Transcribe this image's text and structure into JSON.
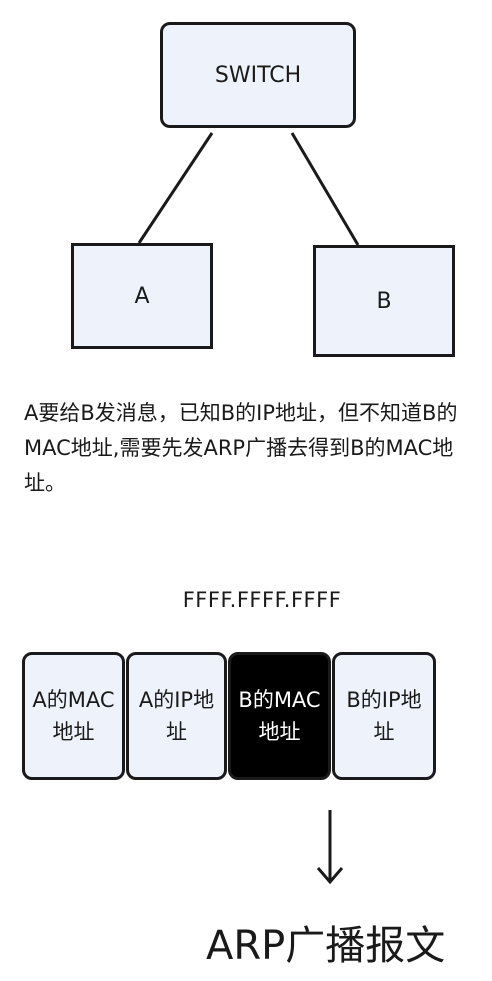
{
  "diagram": {
    "switch_label": "SWITCH",
    "host_a_label": "A",
    "host_b_label": "B"
  },
  "description": "A要给B发消息，已知B的IP地址，但不知道B的MAC地址,需要先发ARP广播去得到B的MAC地址。",
  "packet": {
    "broadcast_address": "FFFF.FFFF.FFFF",
    "fields": [
      {
        "label": "A的MAC地址"
      },
      {
        "label": "A的IP地址"
      },
      {
        "label": "B的MAC地址"
      },
      {
        "label": "B的IP地址"
      }
    ]
  },
  "footer_title": "ARP广播报文",
  "colors": {
    "box_fill": "#eef2fb",
    "highlight_fill": "#000000",
    "stroke": "#1a1a1a"
  }
}
